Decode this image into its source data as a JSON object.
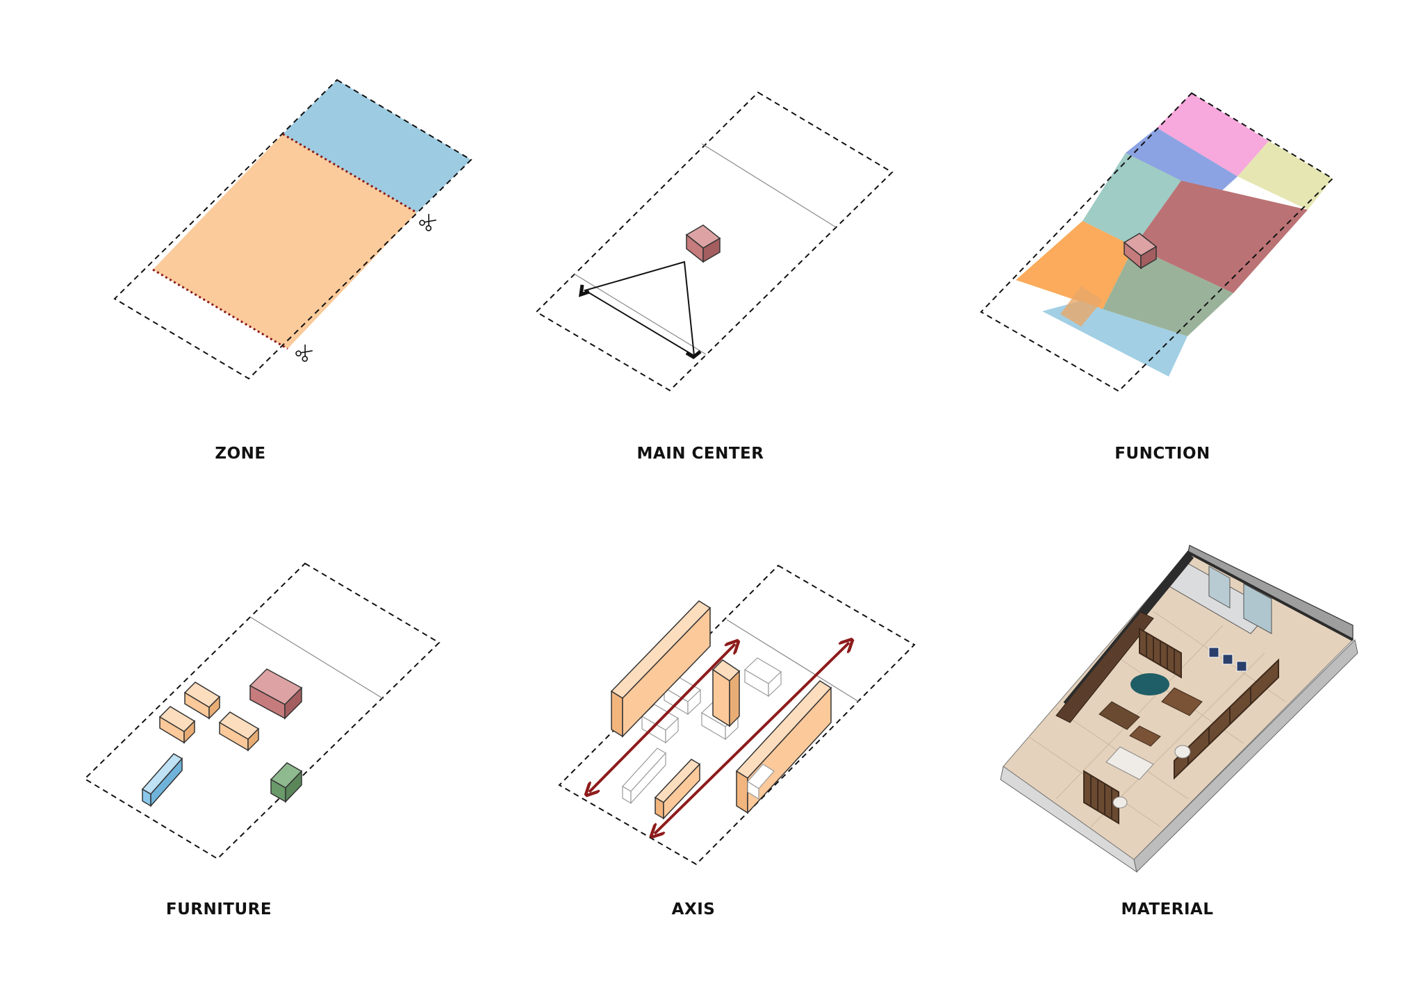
{
  "panels": [
    {
      "id": "zone",
      "label": "ZONE"
    },
    {
      "id": "main-center",
      "label": "MAIN CENTER"
    },
    {
      "id": "function",
      "label": "FUNCTION"
    },
    {
      "id": "furniture",
      "label": "FURNITURE"
    },
    {
      "id": "axis",
      "label": "AXIS"
    },
    {
      "id": "material",
      "label": "MATERIAL"
    }
  ],
  "colors": {
    "zone_orange": "#FBCB9B",
    "zone_blue": "#9DCCE2",
    "center_block": "#C67B7C",
    "func_pink": "#F7A8DC",
    "func_violet": "#8CA3E3",
    "func_teal": "#9FCCC5",
    "func_yellow": "#E6E6B3",
    "func_red": "#BB7274",
    "func_orange": "#FBAB5B",
    "func_green": "#9AB29A",
    "func_blue": "#A2CFE4",
    "furn_orange": "#FBC99A",
    "furn_blue": "#8CC8EB",
    "furn_green": "#6A9A6A",
    "axis_arrow": "#8E1B1B",
    "wood": "#6B4A32",
    "floor": "#E5D2BC"
  },
  "icons": [
    "scissors-icon",
    "arrow-icon"
  ]
}
